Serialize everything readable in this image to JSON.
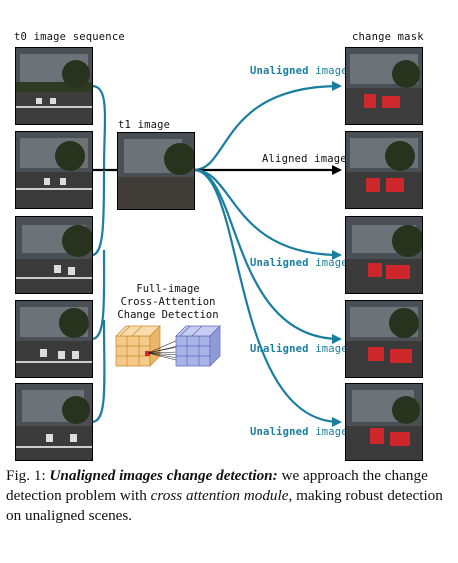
{
  "left_header": "t0 image sequence",
  "right_header": "change mask",
  "center_label": "t1 image",
  "arrow_labels": [
    {
      "bold": "Unaligned",
      "rest": " image"
    },
    {
      "bold": "Aligned",
      "rest": " image"
    },
    {
      "bold": "Unaligned",
      "rest": " image"
    },
    {
      "bold": "Unaligned",
      "rest": " image"
    },
    {
      "bold": "Unaligned",
      "rest": " image"
    }
  ],
  "module_label": [
    "Full-image",
    "Cross-Attention",
    "Change Detection"
  ],
  "caption": {
    "prefix": "Fig. 1: ",
    "bold_title": "Unaligned images change detection:",
    "text1": " we approach the change detection problem with ",
    "italic": "cross attention module",
    "text2": ", making robust detection on unaligned scenes."
  },
  "colors": {
    "arrow_teal": "#1a7ea1",
    "arrow_black": "#000000",
    "mask_red": "#e8242a",
    "cube_orange": "#f5c98a",
    "cube_blue": "#a9b4e6"
  }
}
